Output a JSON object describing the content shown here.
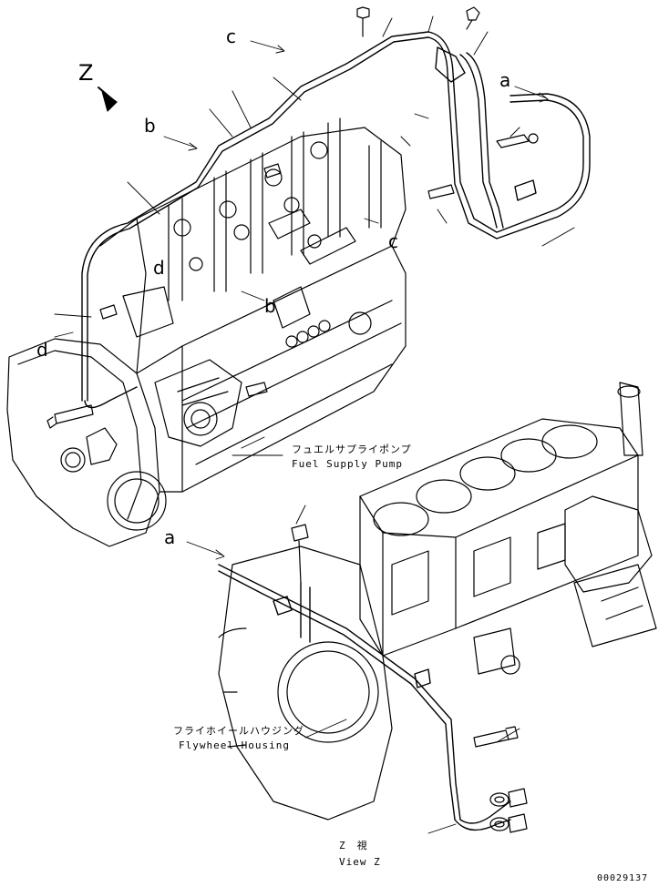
{
  "labels": {
    "fuel_pump_jp": "フュエルサプライポンプ",
    "fuel_pump_en": "Fuel Supply Pump",
    "flywheel_jp": "フライホイールハウジング",
    "flywheel_en": "Flywheel Housing",
    "view_z_jp": "Z　視",
    "view_z_en": "View Z",
    "drawing_number": "00029137"
  },
  "callouts": {
    "z": "Z",
    "a_top": "a",
    "a_bottom": "a",
    "b_left": "b",
    "b_mid": "b",
    "c_top": "c",
    "c_right": "c",
    "d_mid": "d",
    "d_left": "d"
  },
  "colors": {
    "line": "#000000",
    "background": "#ffffff"
  }
}
